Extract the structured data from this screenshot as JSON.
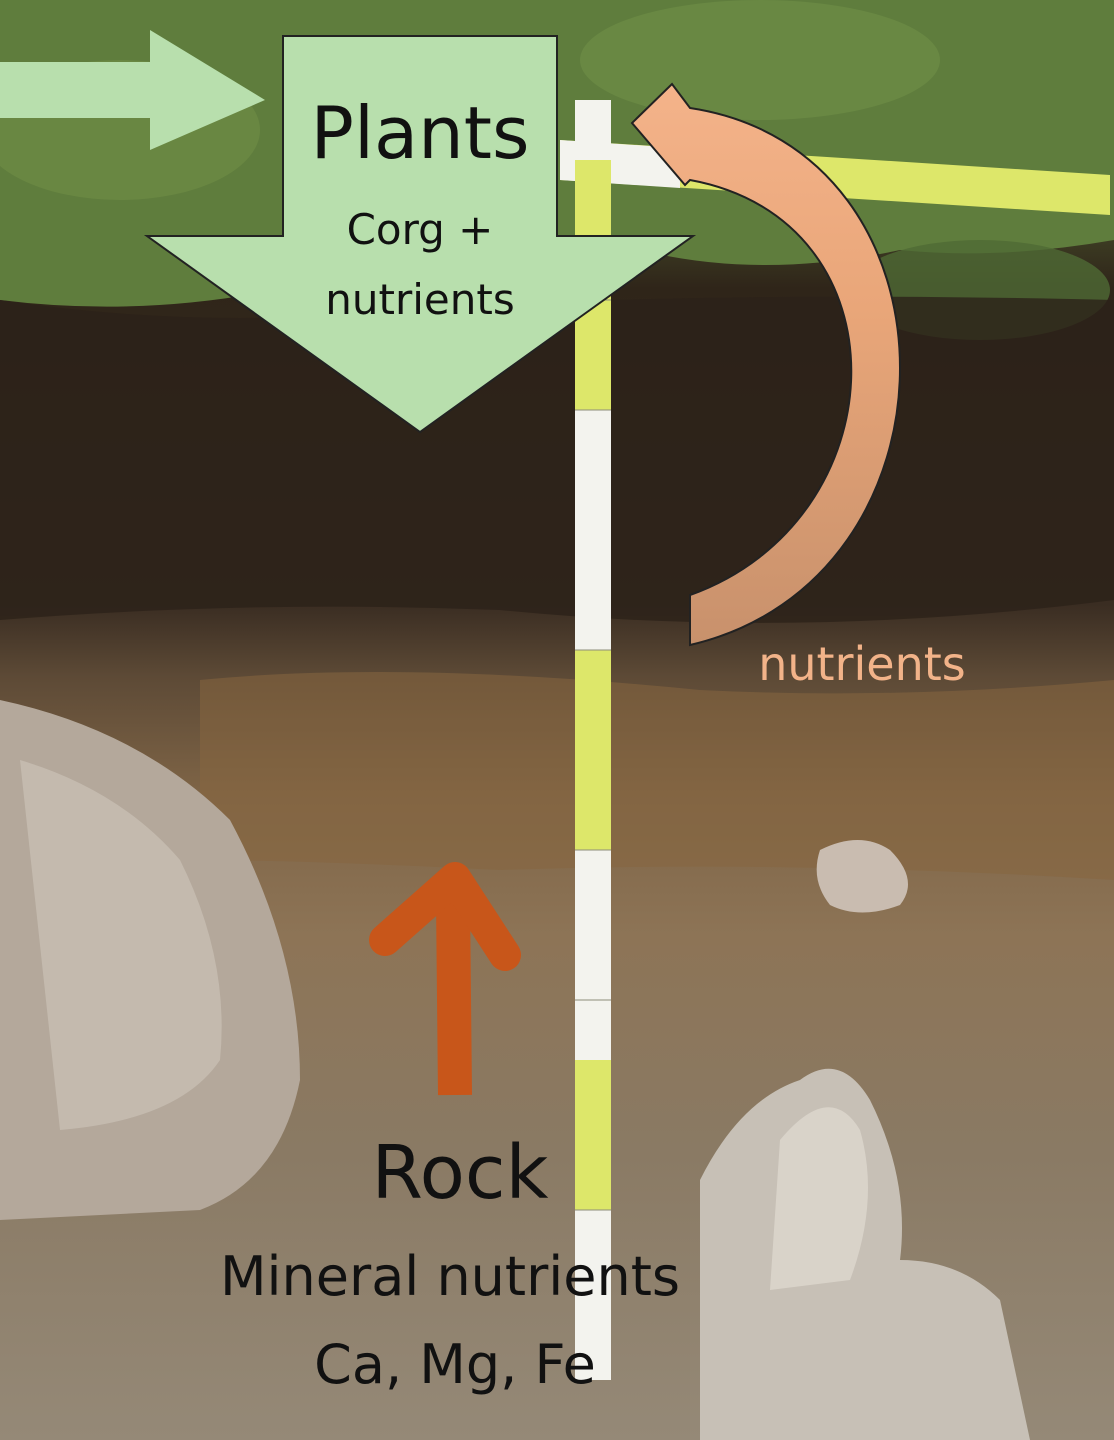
{
  "plants": {
    "title": "Plants",
    "line1": "Corg +",
    "line2": "nutrients"
  },
  "recycle": {
    "label": "nutrients"
  },
  "rock": {
    "title": "Rock",
    "line1": "Mineral nutrients",
    "line2": "Ca, Mg, Fe"
  },
  "colors": {
    "plants_arrow": "#b8dfad",
    "recycle_arrow": "#e9a679",
    "recycle_text": "#f2b389",
    "weathering_arrow": "#c8561a",
    "text": "#111111"
  }
}
